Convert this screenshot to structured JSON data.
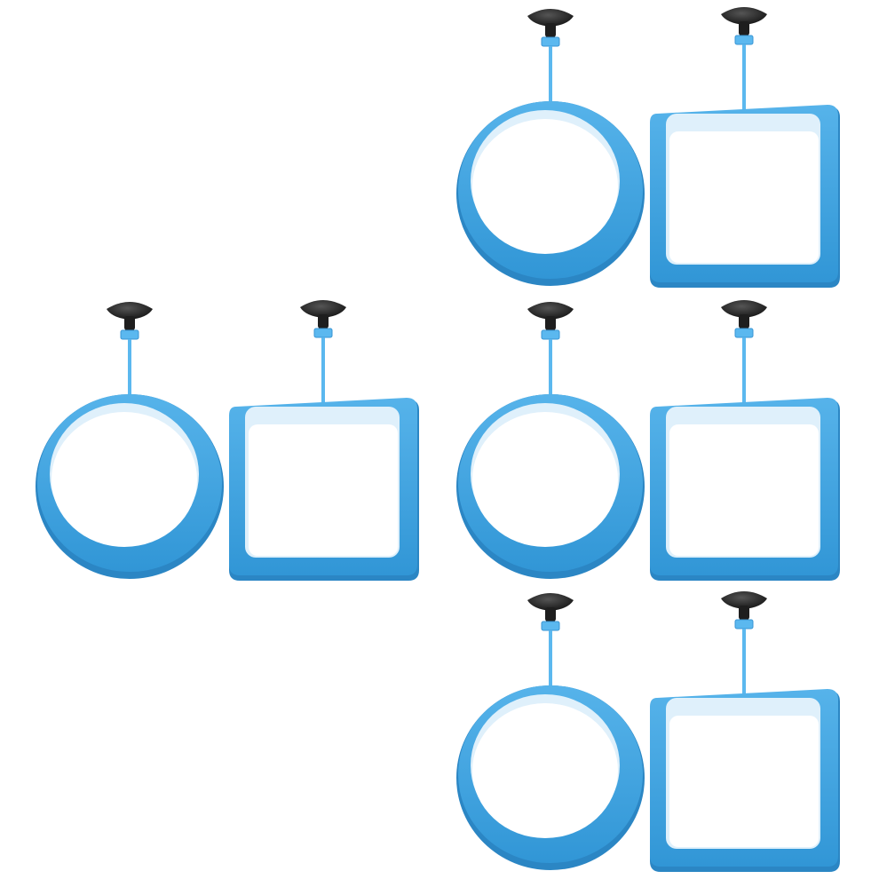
{
  "product": {
    "ring_color": "#3fa3dd",
    "ring_shadow": "#2b86c4",
    "ring_inner": "#dff0fb",
    "cup_color": "#1c1c1c",
    "clip_color": "#5bb8ef"
  },
  "sets": [
    {
      "shapes": [
        "round-ring",
        "square-ring"
      ]
    },
    {
      "shapes": [
        "round-ring",
        "square-ring"
      ]
    },
    {
      "shapes": [
        "round-ring",
        "square-ring"
      ]
    },
    {
      "shapes": [
        "round-ring",
        "square-ring"
      ]
    }
  ]
}
